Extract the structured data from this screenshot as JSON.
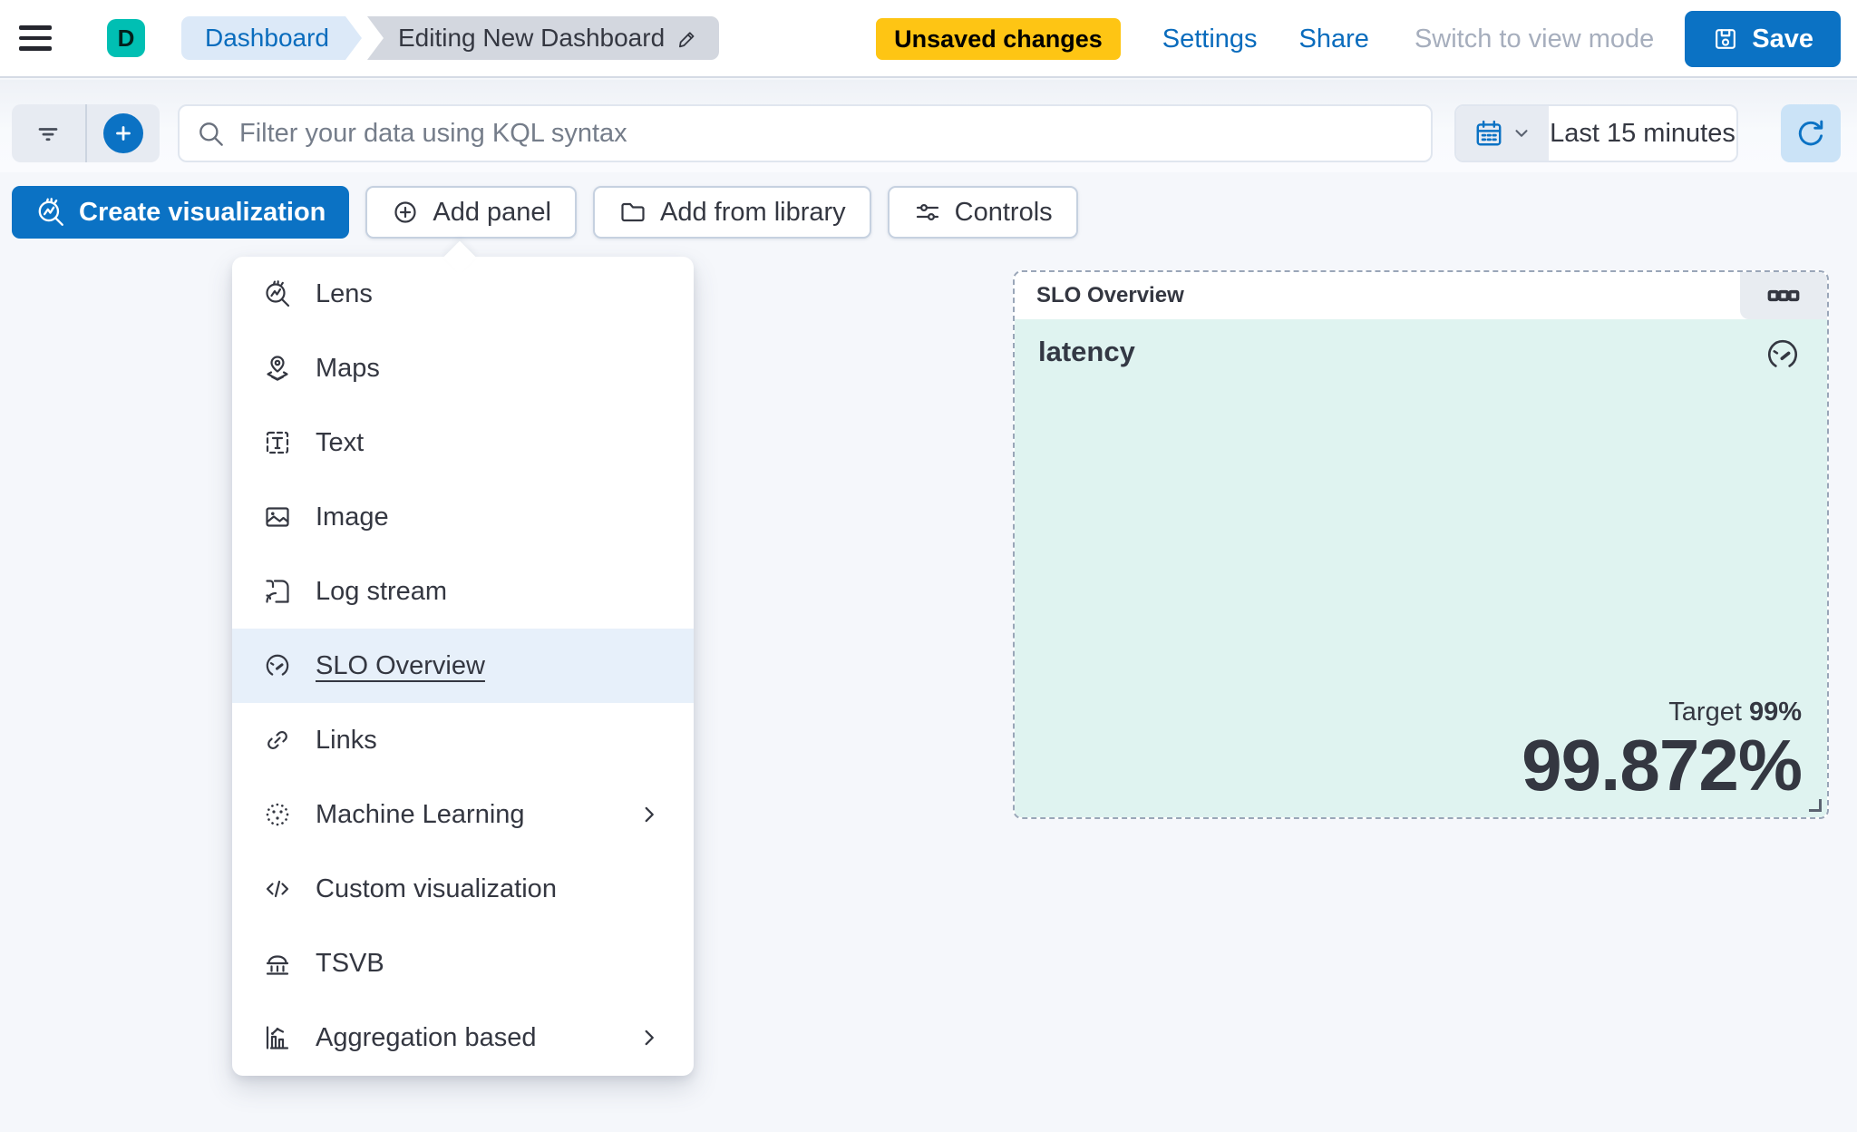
{
  "topbar": {
    "logo_letter": "D",
    "breadcrumbs": [
      {
        "label": "Dashboard"
      },
      {
        "label": "Editing New Dashboard",
        "icon": "pencil-icon"
      }
    ],
    "unsaved_badge": "Unsaved changes",
    "settings_label": "Settings",
    "share_label": "Share",
    "switch_view_label": "Switch to view mode",
    "save_label": "Save",
    "save_icon": "save-icon"
  },
  "filterbar": {
    "search_placeholder": "Filter your data using KQL syntax",
    "search_icon": "search-icon",
    "filter_icon": "filter-icon",
    "add_filter_icon": "plus-icon",
    "calendar_icon": "calendar-icon",
    "time_range": "Last 15 minutes",
    "refresh_icon": "refresh-icon"
  },
  "actions": {
    "create_visualization": "Create visualization",
    "create_visualization_icon": "lens-icon",
    "add_panel": "Add panel",
    "add_panel_icon": "plus-circle-icon",
    "add_from_library": "Add from library",
    "add_from_library_icon": "folder-icon",
    "controls": "Controls",
    "controls_icon": "sliders-icon"
  },
  "menu": {
    "items": [
      {
        "label": "Lens",
        "icon": "lens-icon",
        "has_submenu": false,
        "selected": false
      },
      {
        "label": "Maps",
        "icon": "maps-icon",
        "has_submenu": false,
        "selected": false
      },
      {
        "label": "Text",
        "icon": "text-icon",
        "has_submenu": false,
        "selected": false
      },
      {
        "label": "Image",
        "icon": "image-icon",
        "has_submenu": false,
        "selected": false
      },
      {
        "label": "Log stream",
        "icon": "log-stream-icon",
        "has_submenu": false,
        "selected": false
      },
      {
        "label": "SLO Overview",
        "icon": "gauge-icon",
        "has_submenu": false,
        "selected": true
      },
      {
        "label": "Links",
        "icon": "link-icon",
        "has_submenu": false,
        "selected": false
      },
      {
        "label": "Machine Learning",
        "icon": "machine-learning-icon",
        "has_submenu": true,
        "selected": false
      },
      {
        "label": "Custom visualization",
        "icon": "code-icon",
        "has_submenu": false,
        "selected": false
      },
      {
        "label": "TSVB",
        "icon": "tsvb-icon",
        "has_submenu": false,
        "selected": false
      },
      {
        "label": "Aggregation based",
        "icon": "agg-chart-icon",
        "has_submenu": true,
        "selected": false
      }
    ]
  },
  "panel": {
    "header_title": "SLO Overview",
    "options_icon": "boxes-horizontal-icon",
    "metric_title": "latency",
    "metric_icon": "gauge-icon",
    "target_label": "Target",
    "target_value": "99%",
    "metric_value": "99.872%"
  },
  "colors": {
    "primary_blue": "#0b72c4",
    "link_blue": "#0a6cbd",
    "badge_yellow": "#fec514",
    "logo_teal": "#00bfb3",
    "panel_mint": "#dff3f0",
    "menu_selected_bg": "#e7f0fa",
    "text_dark": "#343741"
  }
}
